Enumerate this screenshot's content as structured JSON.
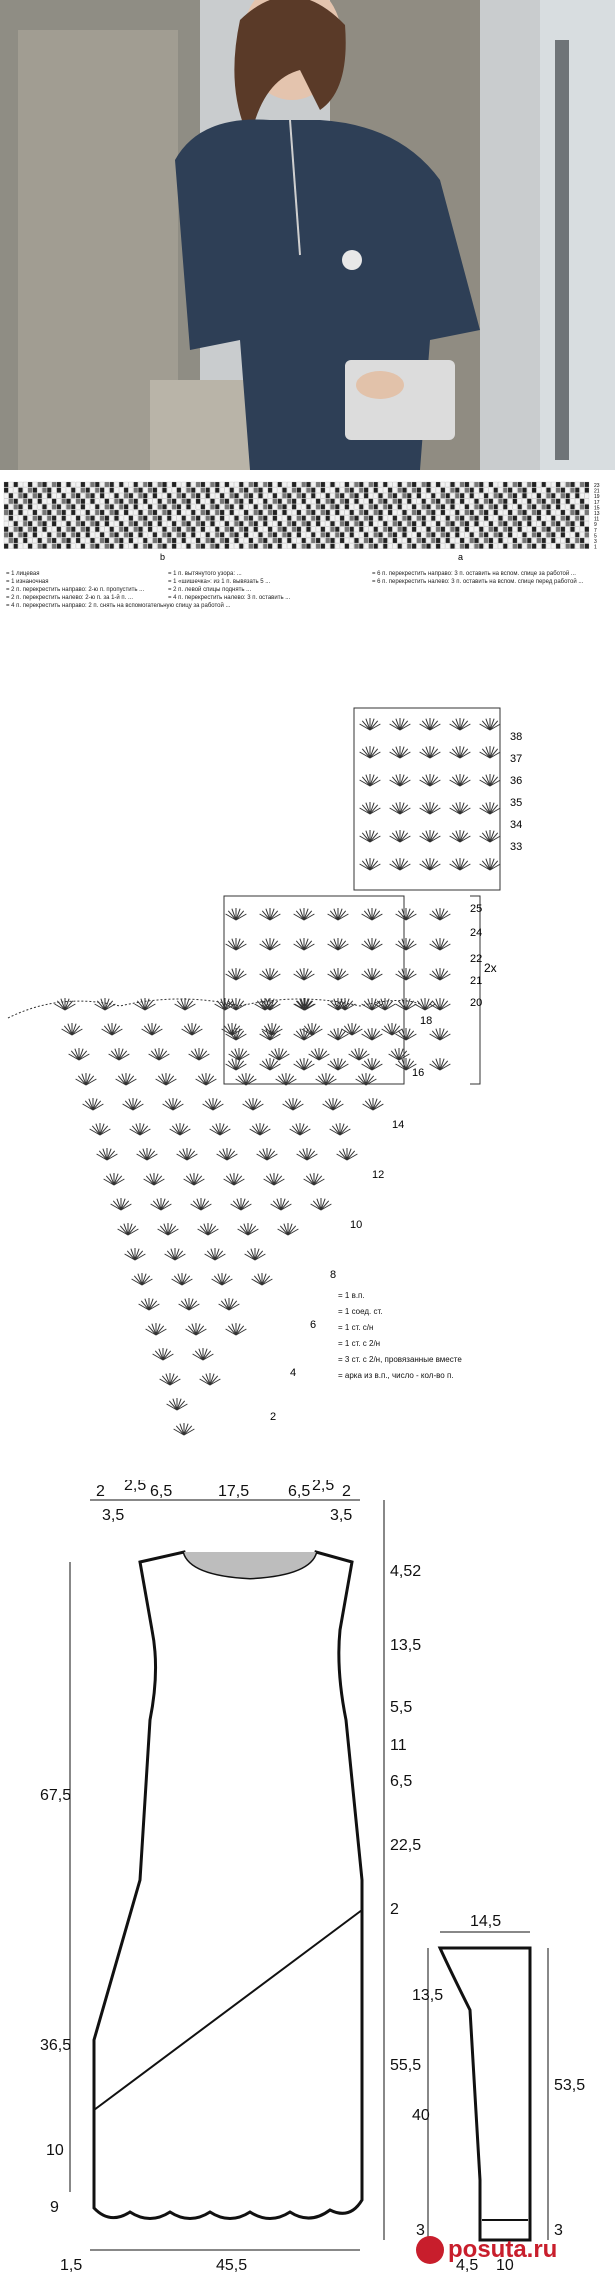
{
  "knit_chart": {
    "row_numbers": [
      "23",
      "21",
      "19",
      "17",
      "15",
      "13",
      "11",
      "9",
      "7",
      "5",
      "3",
      "1"
    ],
    "markers": [
      "b",
      "a"
    ],
    "legend_left": [
      "= 1 лицевая",
      "= 1 изнаночная",
      "= 2 п. перекрестить направо: 2-ю п. пропустить ...",
      "= 2 п. перекрестить налево: 2-ю п. за 1-й п. ...",
      "= 4 п. перекрестить направо: 2 п. снять на вспомогательную спицу за работой ..."
    ],
    "legend_mid": [
      "= 1 п. вытянутого узора: ...",
      "= 1 «шишечка»: из 1 п. вывязать 5 ...",
      "= 2 п. левой спицы поднять ...",
      "= 4 п. перекрестить налево: 3 п. оставить ..."
    ],
    "legend_right": [
      "= 6 п. перекрестить направо: 3 п. оставить на вспом. спице за работой ...",
      "= 6 п. перекрестить налево: 3 п. оставить на вспом. спице перед работой ..."
    ]
  },
  "crochet_chart": {
    "row_numbers": [
      "38",
      "37",
      "36",
      "35",
      "34",
      "33",
      "25",
      "24",
      "22",
      "21",
      "20",
      "18",
      "16",
      "14",
      "12",
      "10",
      "8",
      "6",
      "4",
      "2"
    ],
    "repeat_label": "2х"
  },
  "symbol_legend": [
    "= 1 в.п.",
    "= 1 соед. ст.",
    "= 1 ст. с/н",
    "= 1 ст. с 2/н",
    "= 3 ст. с 2/н, провязанные вместе",
    "= арка из в.п., число - кол-во п."
  ],
  "dress_dims": {
    "top_left_2": "2",
    "top_25_left": "2,5",
    "top_35_left": "3,5",
    "top_65_left": "6,5",
    "top_175": "17,5",
    "top_65_right": "6,5",
    "top_25_right": "2,5",
    "top_2_right": "2",
    "top_35_right": "3,5",
    "right_452": "4,52",
    "right_135": "13,5",
    "right_55": "5,5",
    "right_11": "11",
    "right_65": "6,5",
    "right_225": "22,5",
    "right_2": "2",
    "right_555": "55,5",
    "left_675": "67,5",
    "left_365": "36,5",
    "left_10": "10",
    "left_9": "9",
    "bottom_15": "1,5",
    "bottom_455": "45,5"
  },
  "sleeve_dims": {
    "top": "14,5",
    "left_135": "13,5",
    "left_40": "40",
    "left_3": "3",
    "right_535": "53,5",
    "right_3": "3",
    "bottom_45": "4,5",
    "bottom_10": "10"
  },
  "watermark": {
    "text": "posuta.ru",
    "color": "#c81e2c"
  }
}
